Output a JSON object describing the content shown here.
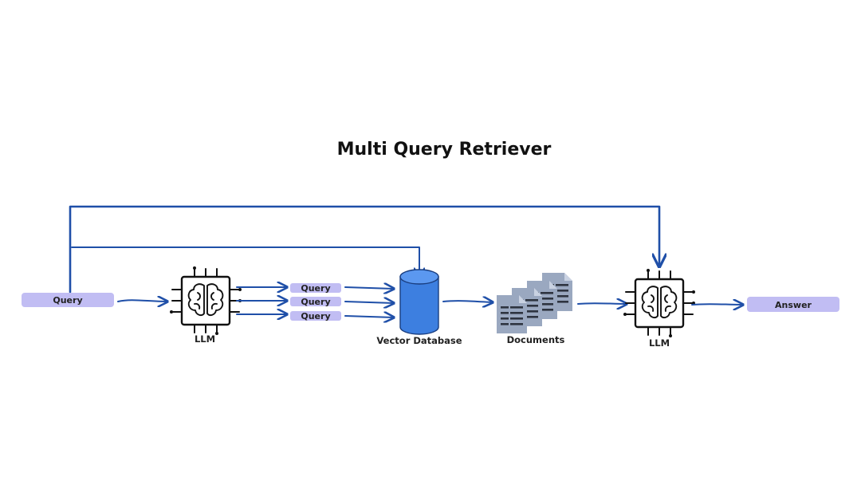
{
  "title": "Multi Query Retriever",
  "colors": {
    "flow": "#1f4fa8",
    "pill": "#c1bdf3",
    "db_body": "#3d7fe0",
    "db_top": "#5b98f0",
    "doc": "#9aa8c0",
    "doc_lines": "#2e3440"
  },
  "nodes": {
    "input_query": "Query",
    "llm_1": "LLM",
    "generated_queries": [
      "Query",
      "Query",
      "Query"
    ],
    "vector_db": "Vector Database",
    "documents": "Documents",
    "llm_2": "LLM",
    "answer": "Answer"
  },
  "icons": {
    "llm": "brain-chip-icon",
    "vector_db": "database-cylinder-icon",
    "documents": "documents-stack-icon"
  }
}
